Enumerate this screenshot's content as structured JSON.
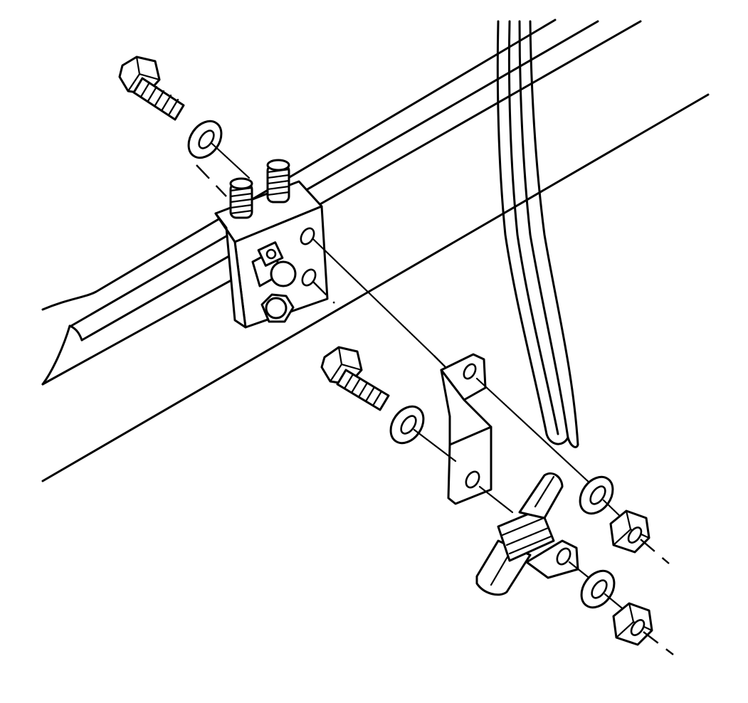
{
  "diagram": {
    "labels": [],
    "colors": {
      "ink": "#000000",
      "paper": "#ffffff"
    },
    "parts": [
      "frame-rail",
      "brake-lines",
      "brake-hose",
      "mounting-bracket",
      "hose-bracket",
      "bolt",
      "washer",
      "nut",
      "stud",
      "line-clip"
    ]
  }
}
